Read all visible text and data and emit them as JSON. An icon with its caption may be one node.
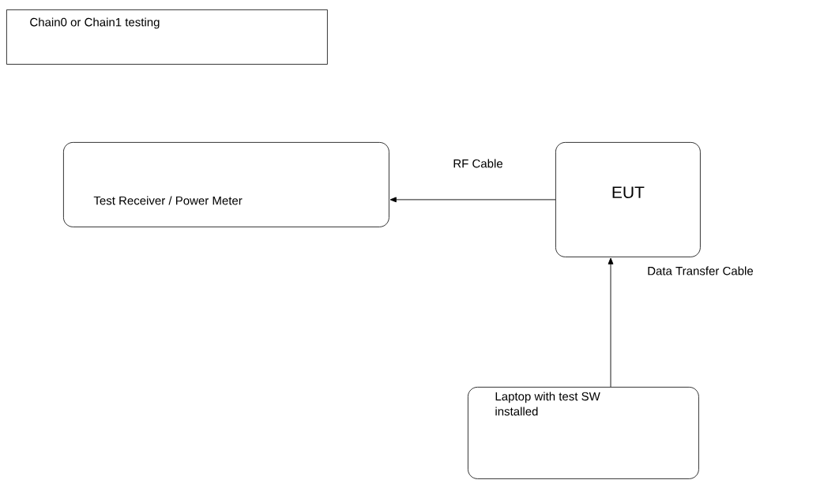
{
  "diagram": {
    "nodes": [
      {
        "text": [
          "Chain0 or Chain1 testing"
        ]
      },
      {
        "text": [
          "Test Receiver / Power  Meter"
        ]
      },
      {
        "text": [
          "EUT"
        ]
      },
      {
        "text": [
          "Laptop with test SW installed"
        ]
      }
    ],
    "edges": [
      {
        "from": 2,
        "to": 1,
        "arrow": "to",
        "label": "RF Cable"
      },
      {
        "from": 3,
        "to": 2,
        "arrow": "to",
        "label": "Data Transfer Cable"
      }
    ]
  }
}
